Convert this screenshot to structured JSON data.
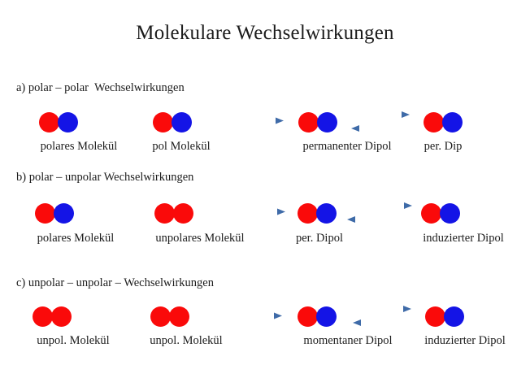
{
  "slide": {
    "title": "Molekulare Wechselwirkungen",
    "background_color": "#ffffff",
    "text_color": "#1c1c1c",
    "atom_colors": {
      "red": "#fa0a0a",
      "blue": "#1414e6"
    },
    "arrow_color": "#3f6ba8"
  },
  "sections": [
    {
      "id": "a",
      "heading": "a) polar – polar  Wechselwirkungen",
      "items": [
        {
          "label": "polares Molekül",
          "atoms": [
            "red",
            "blue"
          ]
        },
        {
          "label": "pol Molekül",
          "atoms": [
            "red",
            "blue"
          ]
        },
        {
          "label": "permanenter Dipol",
          "atoms": [
            "red",
            "blue"
          ]
        },
        {
          "label": "per. Dip",
          "atoms": [
            "red",
            "blue"
          ]
        }
      ],
      "arrows": [
        {
          "type": "single-right"
        },
        {
          "type": "double"
        }
      ]
    },
    {
      "id": "b",
      "heading": "b) polar – unpolar Wechselwirkungen",
      "items": [
        {
          "label": "polares Molekül",
          "atoms": [
            "red",
            "blue"
          ]
        },
        {
          "label": "unpolares Molekül",
          "atoms": [
            "red",
            "red"
          ]
        },
        {
          "label": "per. Dipol",
          "atoms": [
            "red",
            "blue"
          ]
        },
        {
          "label": "induzierter Dipol",
          "atoms": [
            "red",
            "blue"
          ]
        }
      ],
      "arrows": [
        {
          "type": "single-right"
        },
        {
          "type": "double"
        }
      ]
    },
    {
      "id": "c",
      "heading": "c) unpolar – unpolar – Wechselwirkungen",
      "items": [
        {
          "label": "unpol. Molekül",
          "atoms": [
            "red",
            "red"
          ]
        },
        {
          "label": "unpol. Molekül",
          "atoms": [
            "red",
            "red"
          ]
        },
        {
          "label": "momentaner Dipol",
          "atoms": [
            "red",
            "blue"
          ]
        },
        {
          "label": "induzierter Dipol",
          "atoms": [
            "red",
            "blue"
          ]
        }
      ],
      "arrows": [
        {
          "type": "single-right"
        },
        {
          "type": "double"
        }
      ]
    }
  ]
}
